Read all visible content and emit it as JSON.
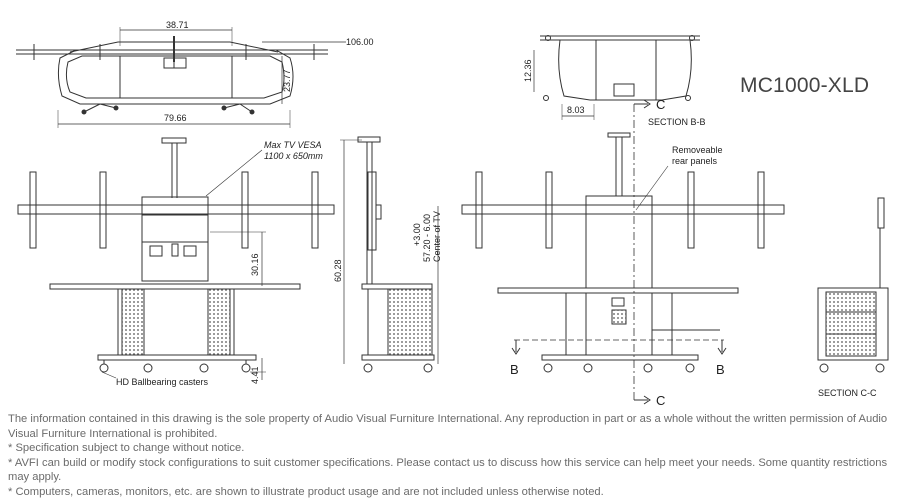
{
  "model": "MC1000-XLD",
  "dimensions": {
    "top_width": "38.71",
    "top_depth_overall": "106.00",
    "top_height": "23.77",
    "overall_width": "79.66",
    "section_depth": "12.36",
    "section_offset": "8.03",
    "shelf_height": "30.16",
    "overall_height": "60.28",
    "tv_center": "57.20 - 6.00",
    "tv_center_adjust": "+3.00",
    "tv_center_label": "Center of TV",
    "caster_height": "4.41"
  },
  "labels": {
    "vesa": "Max TV VESA",
    "vesa_size": "1100 x 650mm",
    "casters": "HD Ballbearing casters",
    "panels_line1": "Removeable",
    "panels_line2": "rear panels",
    "section_bb": "SECTION B-B",
    "section_cc": "SECTION C-C",
    "marker_b": "B",
    "marker_c": "C"
  },
  "notes": [
    "The information contained in this drawing is the sole property of Audio Visual Furniture International. Any reproduction in part or as a whole without the written permission of Audio Visual Furniture International is prohibited.",
    "* Specification subject to change without notice.",
    "* AVFI can build or modify stock configurations to suit customer specifications. Please contact us to discuss how this service can help meet your needs. Some quantity restrictions may apply.",
    "* Computers, cameras, monitors, etc. are shown to illustrate product usage and are not included unless otherwise noted."
  ]
}
